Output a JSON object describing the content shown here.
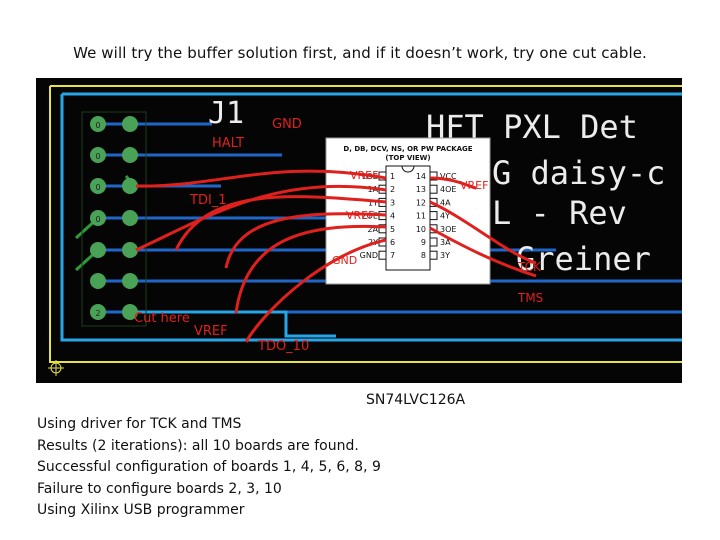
{
  "slide": {
    "title": "We will try the buffer solution first, and if it doesn’t work, try one cut cable."
  },
  "board": {
    "connector_label": "J1",
    "banner_lines": [
      "HFT PXL Det",
      "G daisy-c",
      "L - Rev",
      "Greiner"
    ],
    "pin_numbers": [
      "0",
      "0",
      "0",
      "0"
    ],
    "pin_bottom": "2",
    "colors": {
      "background": "#050505",
      "trace_blue": "#1f66c8",
      "trace_cyan": "#28a5e6",
      "trace_yellow": "#e6e24a",
      "trace_green": "#2f9a3a",
      "red_wire": "#e0201c",
      "pad_green": "#4aa257",
      "annotation_red": "#e0201c",
      "banner_white": "#ececec"
    },
    "annotations": {
      "gnd_top": "GND",
      "halt": "HALT",
      "tdi": "TDI_1",
      "cut_here": "Cut here",
      "vref_bottom": "VREF",
      "tdo": "TDO_10",
      "tck": "TCK",
      "tms": "TMS",
      "vref_right": "VREF"
    }
  },
  "chip": {
    "header_line1": "D, DB, DCV, NS, OR PW PACKAGE",
    "header_line2": "(TOP VIEW)",
    "left_pins": [
      {
        "name": "1OE",
        "num": "1"
      },
      {
        "name": "1A",
        "num": "2"
      },
      {
        "name": "1Y",
        "num": "3"
      },
      {
        "name": "2OE",
        "num": "4"
      },
      {
        "name": "2A",
        "num": "5"
      },
      {
        "name": "2Y",
        "num": "6"
      },
      {
        "name": "GND",
        "num": "7"
      }
    ],
    "right_pins": [
      {
        "name": "VCC",
        "num": "14"
      },
      {
        "name": "4OE",
        "num": "13"
      },
      {
        "name": "4A",
        "num": "12"
      },
      {
        "name": "4Y",
        "num": "11"
      },
      {
        "name": "3OE",
        "num": "10"
      },
      {
        "name": "3A",
        "num": "9"
      },
      {
        "name": "3Y",
        "num": "8"
      }
    ],
    "labels": {
      "vref_top": "VREF",
      "vref_mid": "VREF",
      "gnd": "GND"
    },
    "caption": "SN74LVC126A"
  },
  "notes": [
    "Using driver for TCK and TMS",
    "Results (2 iterations): all 10 boards are found.",
    "Successful configuration of boards 1, 4, 5, 6, 8, 9",
    "Failure to configure boards 2, 3, 10",
    "Using Xilinx USB programmer"
  ]
}
